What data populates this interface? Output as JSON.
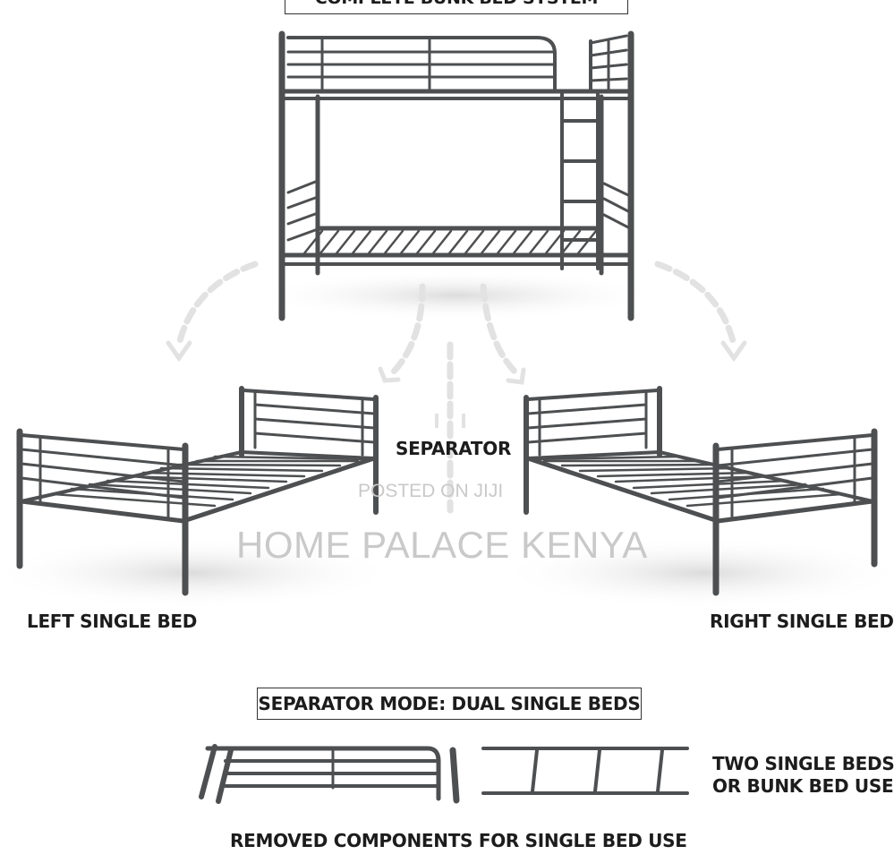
{
  "labels": {
    "top_title": "COMPLETE BUNK BED SYSTEM",
    "separator": "SEPARATOR",
    "left_bed": "LEFT SINGLE BED",
    "right_bed": "RIGHT SINGLE BED",
    "mode": "SEPARATOR MODE: DUAL SINGLE BEDS",
    "two_beds_line1": "TWO SINGLE BEDS",
    "two_beds_line2": "OR BUNK BED USE",
    "removed": "REMOVED COMPONENTS FOR SINGLE BED USE"
  },
  "watermarks": {
    "posted": "POSTED ON JIJI",
    "seller": "HOME PALACE KENYA"
  },
  "colors": {
    "metal": "#4d4f51",
    "metal_dark": "#3a3c3e",
    "arrow": "#e2e2e2",
    "text": "#1c1c1c",
    "watermark": "#c9c9c9"
  }
}
